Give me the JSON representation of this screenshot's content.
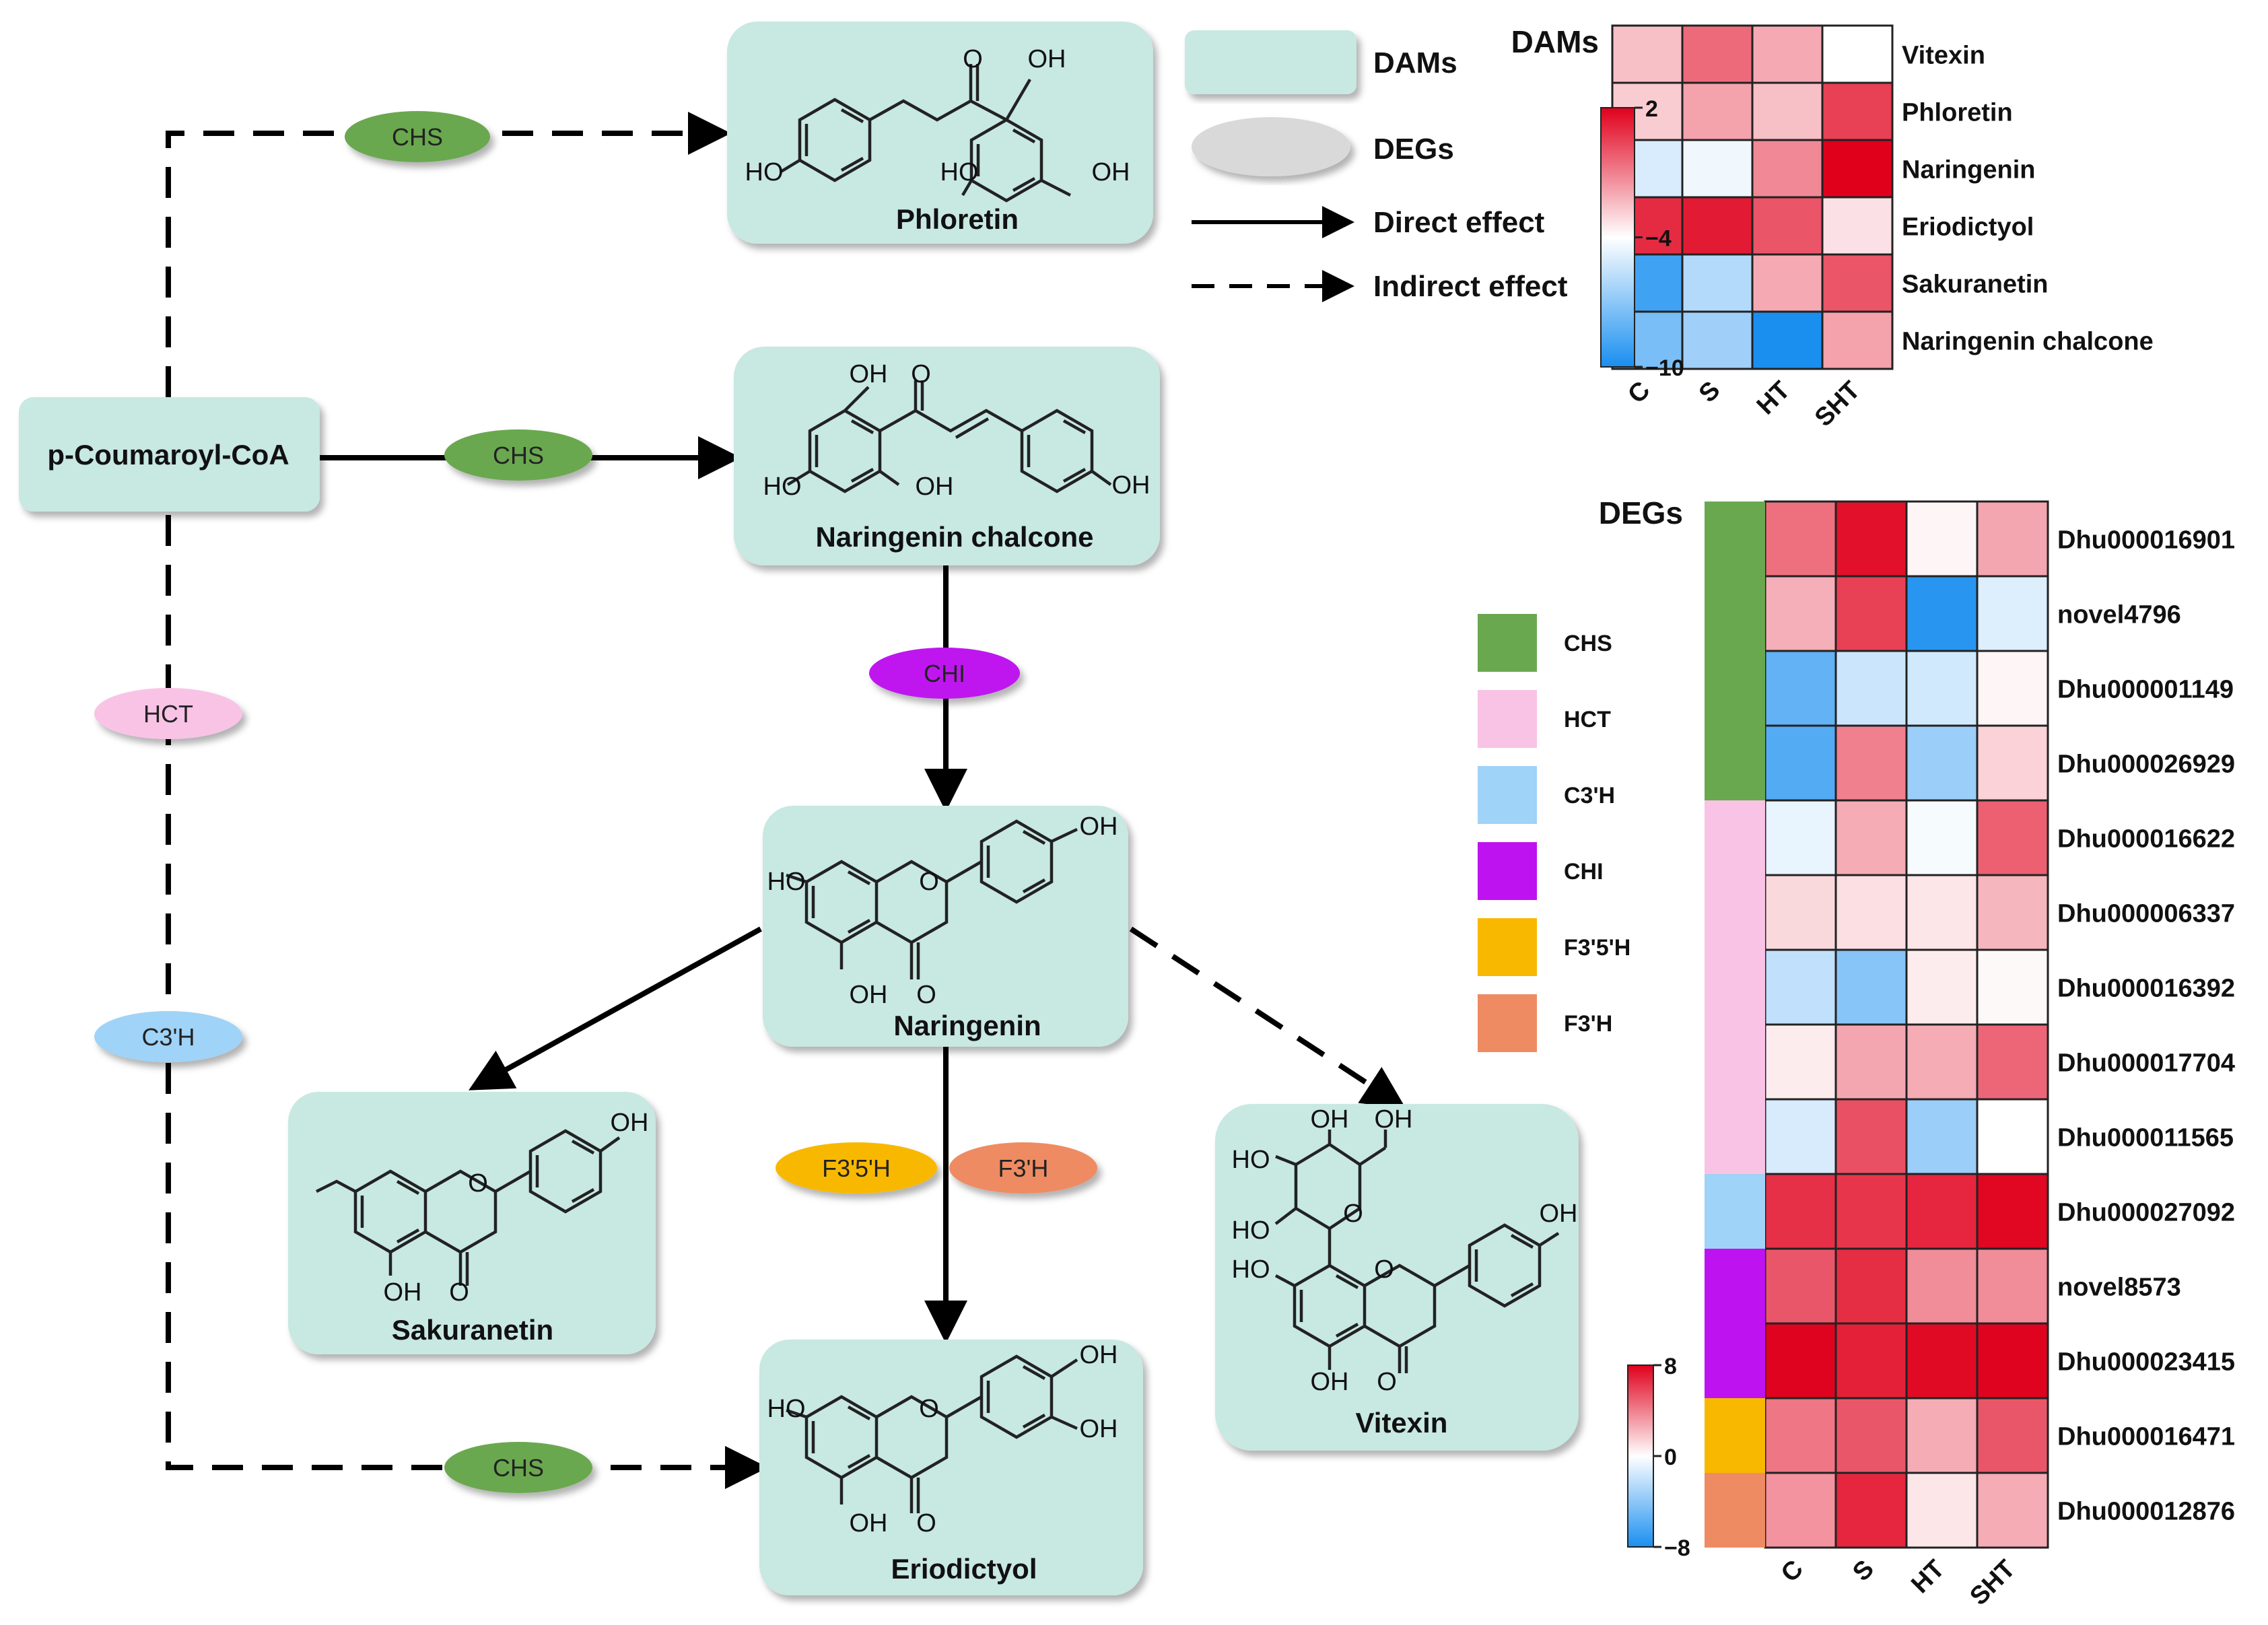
{
  "pathway": {
    "start": "p-Coumaroyl-CoA",
    "compounds": {
      "phloretin": "Phloretin",
      "naringenin_chalcone": "Naringenin chalcone",
      "naringenin": "Naringenin",
      "sakuranetin": "Sakuranetin",
      "vitexin": "Vitexin",
      "eriodictyol": "Eriodictyol"
    },
    "enzymes": {
      "chs": "CHS",
      "chi": "CHI",
      "hct": "HCT",
      "c3h": "C3'H",
      "f35h": "F3'5'H",
      "f3h": "F3'H"
    },
    "atoms": {
      "oh": "OH",
      "ho": "HO",
      "o": "O"
    }
  },
  "legend": {
    "dams": "DAMs",
    "degs": "DEGs",
    "direct": "Direct effect",
    "indirect": "Indirect effect"
  },
  "colors": {
    "dam_box": "#c8e8e2",
    "deg_ellipse": "#d9d9d9",
    "chs": "#6aa84f",
    "hct": "#f9c3e6",
    "c3h": "#9fd3f7",
    "chi": "#bf12f0",
    "f35h": "#f9b800",
    "f3h": "#ef8b62"
  },
  "chart_data": [
    {
      "type": "heatmap",
      "title": "DAMs",
      "columns": [
        "C",
        "S",
        "HT",
        "SHT"
      ],
      "rows": [
        "Vitexin",
        "Phloretin",
        "Naringenin",
        "Eriodictyol",
        "Sakuranetin",
        "Naringenin chalcone"
      ],
      "values": [
        [
          -2.5,
          -0.5,
          -2.0,
          -4.0
        ],
        [
          -2.8,
          -1.8,
          -2.5,
          0.5
        ],
        [
          -5.0,
          -4.4,
          -1.2,
          2.0
        ],
        [
          1.0,
          1.4,
          0.0,
          -3.3
        ],
        [
          -9.0,
          -6.0,
          -2.0,
          0.0
        ],
        [
          -7.5,
          -6.5,
          -10.0,
          -1.8
        ]
      ],
      "colorbar": {
        "min": -10,
        "max": 2,
        "ticks": [
          2,
          -4,
          -10
        ]
      }
    },
    {
      "type": "heatmap",
      "title": "DEGs",
      "columns": [
        "C",
        "S",
        "HT",
        "SHT"
      ],
      "rows": [
        "Dhu000016901",
        "novel4796",
        "Dhu000001149",
        "Dhu000026929",
        "Dhu000016622",
        "Dhu000006337",
        "Dhu000016392",
        "Dhu000017704",
        "Dhu000011565",
        "Dhu000027092",
        "novel8573",
        "Dhu000023415",
        "Dhu000016471",
        "Dhu000012876"
      ],
      "groups": [
        {
          "label": "CHS",
          "rows": 4
        },
        {
          "label": "HCT",
          "rows": 5
        },
        {
          "label": "C3'H",
          "rows": 1
        },
        {
          "label": "CHI",
          "rows": 2
        },
        {
          "label": "F3'5'H",
          "rows": 1
        },
        {
          "label": "F3'H",
          "rows": 1
        }
      ],
      "values": [
        [
          4.5,
          7.5,
          0.3,
          2.8
        ],
        [
          2.5,
          6.0,
          -7.5,
          -1.2
        ],
        [
          -5.5,
          -1.8,
          -1.6,
          0.3
        ],
        [
          -6.0,
          4.0,
          -3.5,
          1.4
        ],
        [
          -0.8,
          2.6,
          -0.3,
          5.0
        ],
        [
          1.2,
          1.0,
          0.8,
          2.3
        ],
        [
          -2.2,
          -4.2,
          0.6,
          0.2
        ],
        [
          0.6,
          2.8,
          2.6,
          4.8
        ],
        [
          -1.4,
          5.5,
          -3.5,
          0.0
        ],
        [
          6.5,
          6.3,
          6.8,
          7.8
        ],
        [
          5.3,
          6.6,
          3.6,
          3.6
        ],
        [
          7.9,
          7.0,
          7.7,
          7.9
        ],
        [
          4.3,
          5.3,
          2.6,
          5.3
        ],
        [
          3.4,
          6.8,
          0.8,
          2.6
        ]
      ],
      "colorbar": {
        "min": -8,
        "max": 8,
        "ticks": [
          8,
          0,
          -8
        ]
      }
    }
  ]
}
